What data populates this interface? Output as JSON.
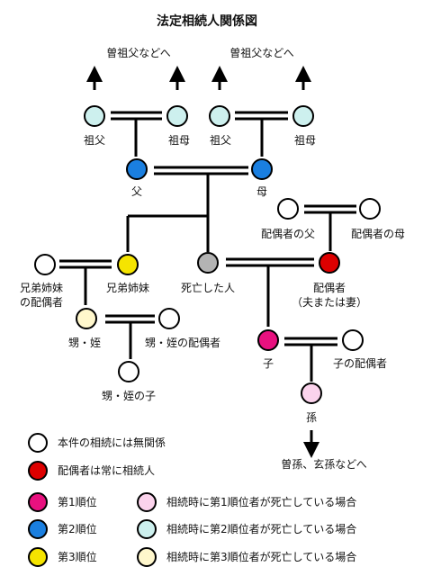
{
  "title": "法定相続人関係図",
  "colors": {
    "none": "#ffffff",
    "spouse": "#dd0000",
    "rank1": "#e8117f",
    "rank2": "#1a7fe0",
    "rank3": "#f5e400",
    "rank1_light": "#fbd3ec",
    "rank2_light": "#cdf0ee",
    "rank3_light": "#fff7cc",
    "deceased": "#b3b3b3"
  },
  "labels": {
    "great_grandparents_left": "曽祖父などへ",
    "great_grandparents_right": "曽祖父などへ",
    "paternal_grandfather": "祖父",
    "paternal_grandmother": "祖母",
    "maternal_grandfather": "祖父",
    "maternal_grandmother": "祖母",
    "father": "父",
    "mother": "母",
    "spouse_father": "配偶者の父",
    "spouse_mother": "配偶者の母",
    "sibling_spouse_line1": "兄弟姉妹",
    "sibling_spouse_line2": "の配偶者",
    "sibling": "兄弟姉妹",
    "deceased": "死亡した人",
    "spouse_line1": "配偶者",
    "spouse_line2": "（夫または妻）",
    "nephew": "甥・姪",
    "nephew_spouse": "甥・姪の配偶者",
    "nephew_child": "甥・姪の子",
    "child": "子",
    "child_spouse": "子の配偶者",
    "grandchild": "孫",
    "descendants": "曽孫、玄孫などへ"
  },
  "legend": [
    {
      "key": "none",
      "label": "本件の相続には無関係"
    },
    {
      "key": "spouse",
      "label": "配偶者は常に相続人"
    },
    {
      "key": "rank1",
      "label": "第1順位"
    },
    {
      "key": "rank2",
      "label": "第2順位"
    },
    {
      "key": "rank3",
      "label": "第3順位"
    },
    {
      "key": "rank1_light",
      "label": "相続時に第1順位者が死亡している場合"
    },
    {
      "key": "rank2_light",
      "label": "相続時に第2順位者が死亡している場合"
    },
    {
      "key": "rank3_light",
      "label": "相続時に第3順位者が死亡している場合"
    }
  ]
}
